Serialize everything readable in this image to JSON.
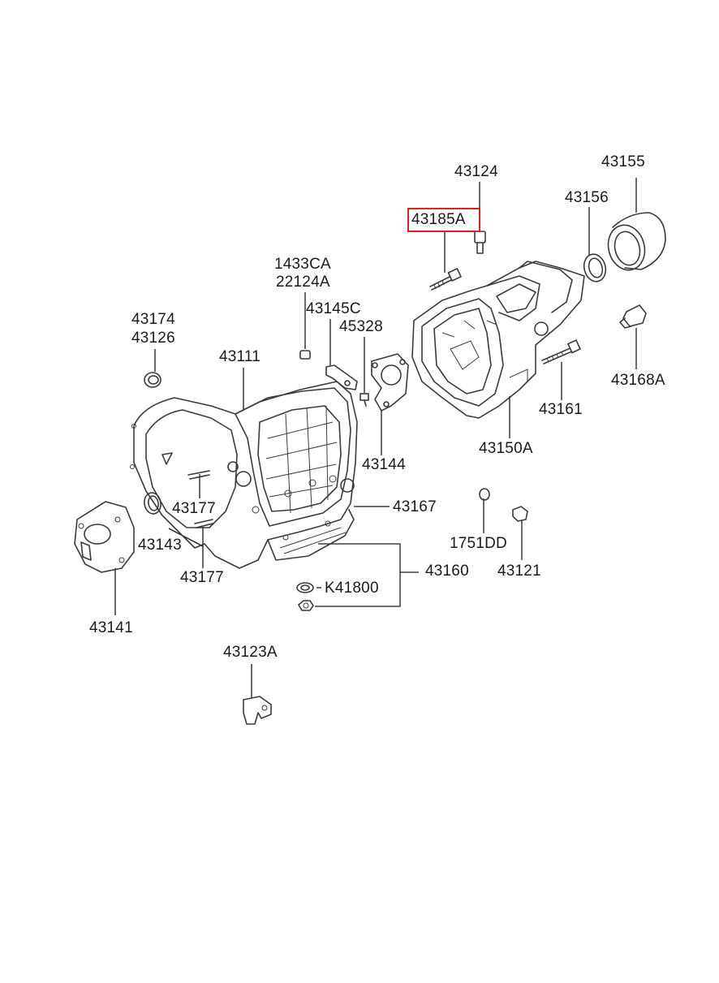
{
  "diagram": {
    "highlighted_part": "43185A",
    "highlight_color": "#e02020",
    "labels": {
      "p43124": "43124",
      "p43155": "43155",
      "p43156": "43156",
      "p43185A": "43185A",
      "p1433CA": "1433CA",
      "p22124A": "22124A",
      "p43145C": "43145C",
      "p45328": "45328",
      "p43174": "43174",
      "p43126": "43126",
      "p43111": "43111",
      "p43168A": "43168A",
      "p43161": "43161",
      "p43150A": "43150A",
      "p43144": "43144",
      "p43177a": "43177",
      "p43177b": "43177",
      "p43167": "43167",
      "p43143": "43143",
      "p1751DD": "1751DD",
      "p43121": "43121",
      "p43160": "43160",
      "pK41800": "K41800",
      "p43141": "43141",
      "p43123A": "43123A"
    }
  }
}
